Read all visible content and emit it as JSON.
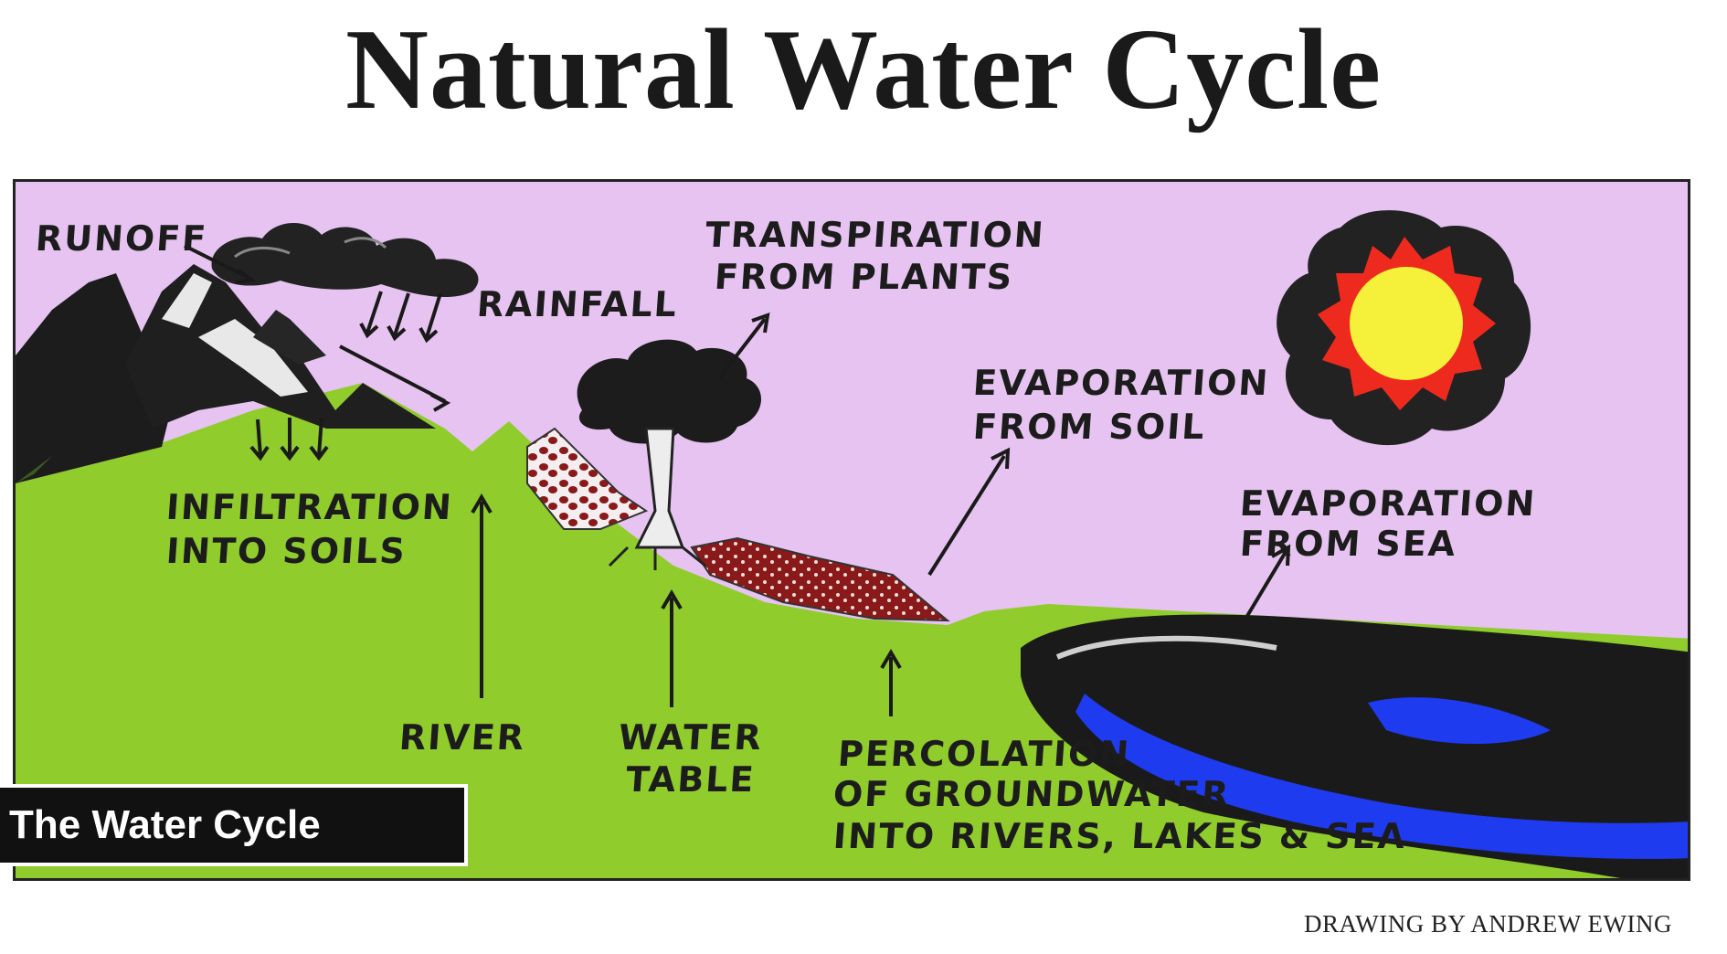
{
  "title": "Natural Water Cycle",
  "labels": {
    "runoff": "RUNOFF",
    "rainfall": "RAINFALL",
    "transpiration": [
      "TRANSPIRATION",
      "FROM PLANTS"
    ],
    "evaporation_soil": [
      "EVAPORATION",
      "FROM SOIL"
    ],
    "evaporation_sea": [
      "EVAPORATION",
      "FROM SEA"
    ],
    "infiltration": [
      "INFILTRATION",
      "INTO SOILS"
    ],
    "river": "RIVER",
    "water_table": [
      "WATER",
      "TABLE"
    ],
    "percolation": [
      "PERCOLATION",
      "OF GROUNDWATER",
      "INTO RIVERS, LAKES & SEA"
    ]
  },
  "caption_tag": "The Water Cycle",
  "credit": "DRAWING BY ANDREW EWING",
  "colors": {
    "sky": "#e6c3f0",
    "ground": "#8fcc2c",
    "sea_dark": "#1a1a1a",
    "sea_blue": "#1f3bef",
    "sun_core": "#f5f03a",
    "sun_ring": "#ee2a1f",
    "soil_red": "#8a1a1a"
  },
  "icons": [
    "cloud-icon",
    "sun-icon",
    "tree-icon",
    "mountain-icon"
  ]
}
